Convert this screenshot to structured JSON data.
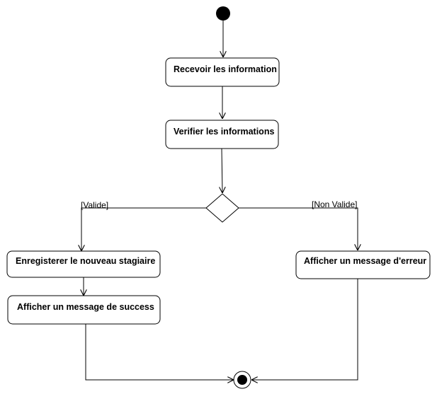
{
  "activities": {
    "receive": "Recevoir les information",
    "verify": "Verifier les informations",
    "register": "Enregisterer le nouveau stagiaire",
    "success": "Afficher un message de success",
    "error": "Afficher un message d'erreur"
  },
  "guards": {
    "valid": "[Valide]",
    "invalid": "[Non Valide]"
  }
}
